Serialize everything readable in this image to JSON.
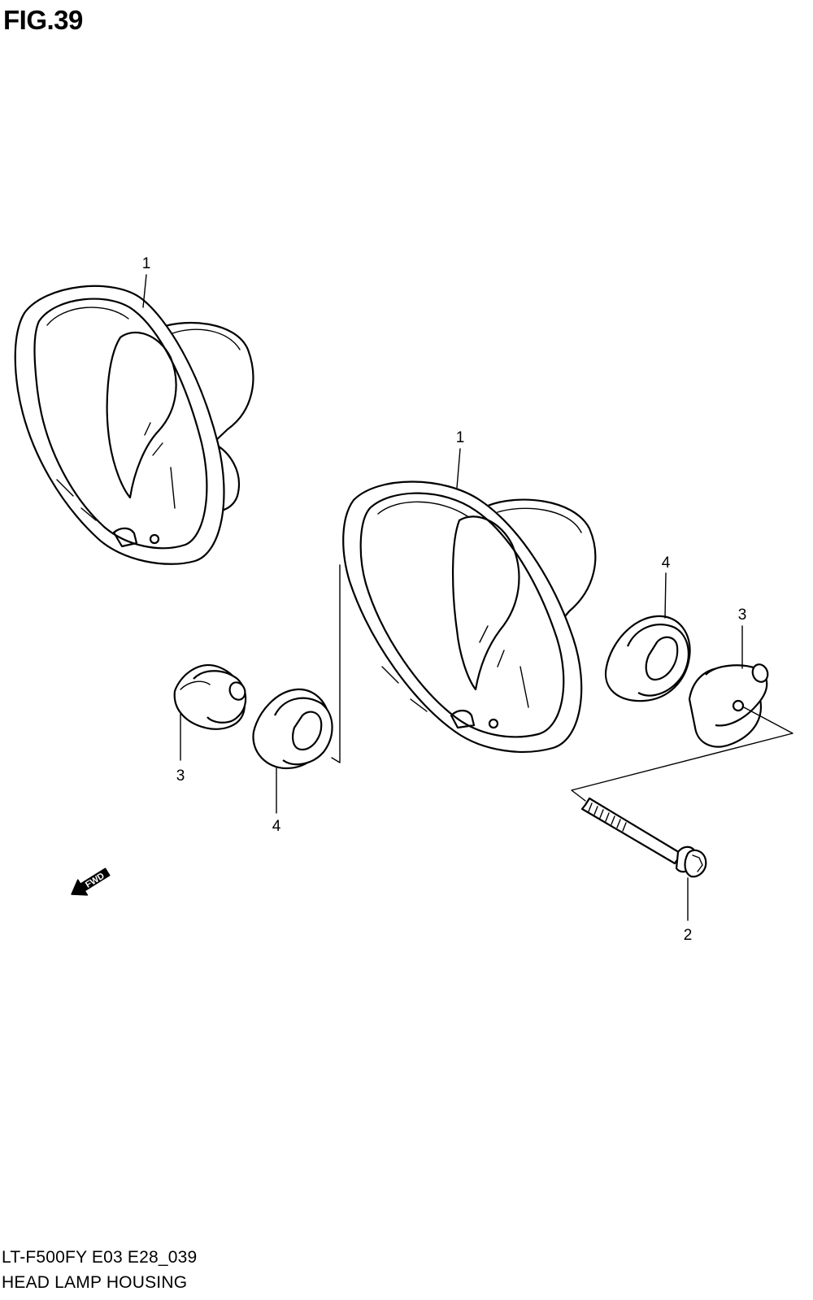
{
  "figure": {
    "title": "FIG.39",
    "model_code": "LT-F500FY E03 E28_039",
    "section_name": "HEAD LAMP HOUSING"
  },
  "callouts": {
    "housing_left": "1",
    "housing_right": "1",
    "bolt": "2",
    "cushion_left": "3",
    "cushion_right": "3",
    "grommet_left": "4",
    "grommet_right": "4"
  },
  "direction_marker": {
    "label": "FWD",
    "icon": "forward-arrow-icon"
  }
}
